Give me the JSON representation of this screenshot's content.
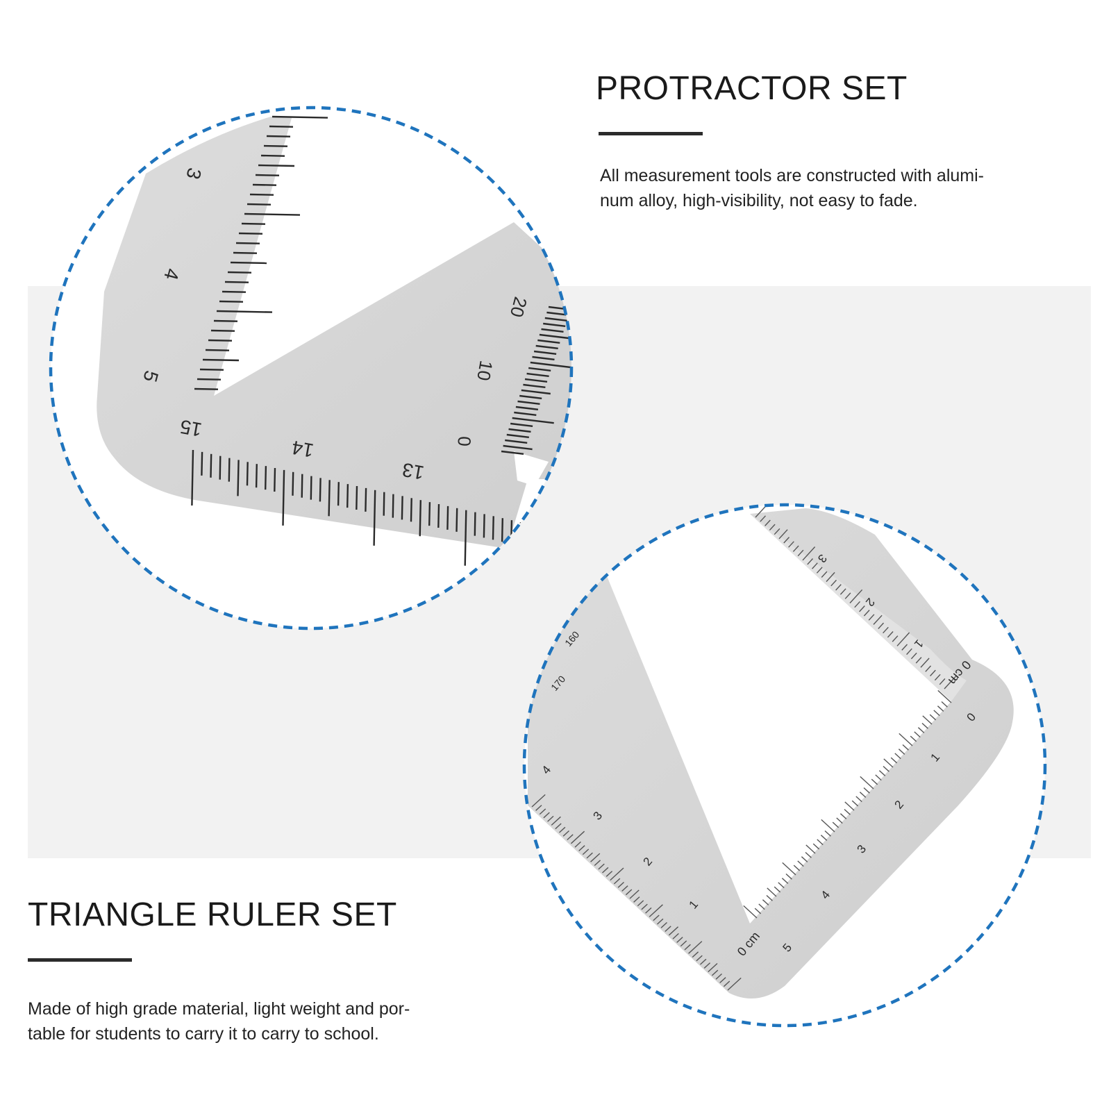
{
  "protractor": {
    "title": "PROTRACTOR SET",
    "description_lines": [
      "All measurement tools are constructed with alumi-",
      "num alloy, high-visibility, not easy to fade."
    ],
    "scale_cm": [
      "3",
      "4",
      "5"
    ],
    "scale_bottom": [
      "15",
      "14",
      "13"
    ],
    "scale_degrees": [
      "20",
      "10",
      "0"
    ]
  },
  "triangle_ruler": {
    "title": "TRIANGLE RULER SET",
    "description_lines": [
      "Made of high grade material, light weight and por-",
      "table for students to carry it to carry to school."
    ],
    "scale_top": [
      "3",
      "2",
      "1",
      "0 cm"
    ],
    "scale_diagonal": [
      "0",
      "1",
      "2",
      "3",
      "4",
      "5"
    ],
    "scale_left": [
      "4",
      "3",
      "2",
      "1",
      "0 cm"
    ],
    "scale_left_edge": [
      "160",
      "170"
    ]
  },
  "colors": {
    "dashed_circle": "#1f74bd",
    "metal": "#d6d6d6",
    "band": "#f2f2f2"
  }
}
